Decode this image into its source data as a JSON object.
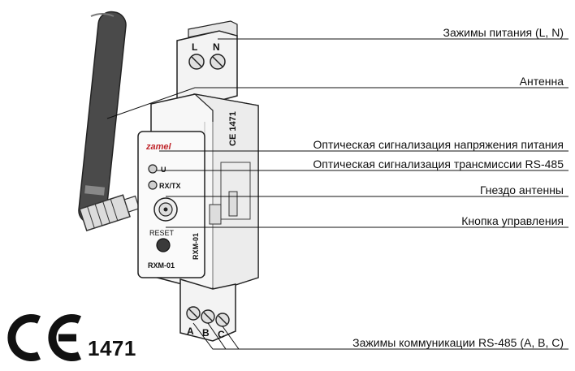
{
  "callouts": [
    "Зажимы питания (L, N)",
    "Антенна",
    "Оптическая сигнализация напряжения питания",
    "Оптическая сигнализация трансмиссии RS-485",
    "Гнездо антенны",
    "Кнопка управления",
    "Зажимы коммуникации RS-485 (A, B, C)"
  ],
  "device": {
    "brand": "zamel",
    "model": "RXM-01",
    "model_side": "RXM-01",
    "led_power_label": "U",
    "led_tx_label": "RX/TX",
    "reset_label": "RESET",
    "top_terminals": [
      "L",
      "N"
    ],
    "bottom_terminals": [
      "A",
      "B",
      "C"
    ],
    "side_cert": "1471"
  },
  "certification": {
    "mark": "CE",
    "number": "1471"
  }
}
